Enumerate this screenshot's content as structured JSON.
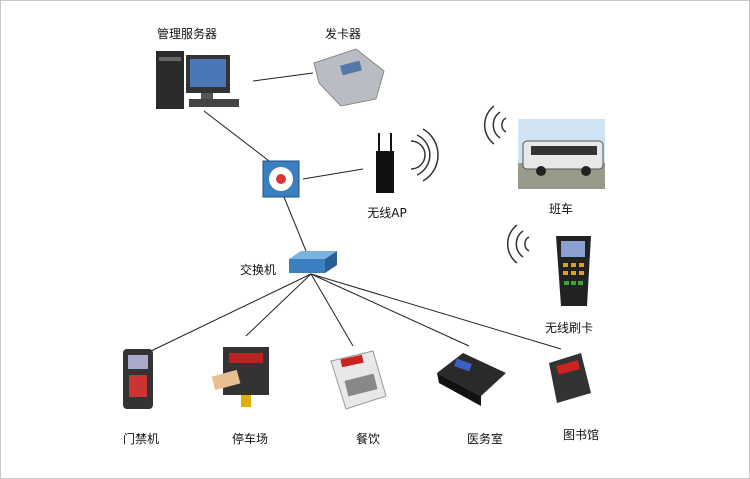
{
  "nodes": {
    "server": "管理服务器",
    "card_issuer": "发卡器",
    "wireless_ap": "无线AP",
    "bus": "班车",
    "switch": "交换机",
    "wireless_reader": "无线刷卡",
    "access_control": "门禁机",
    "parking": "停车场",
    "dining": "餐饮",
    "clinic": "医务室",
    "library": "图书馆"
  },
  "colors": {
    "line": "#222222",
    "router": "#3a7fc0",
    "switch": "#4a90d0"
  }
}
